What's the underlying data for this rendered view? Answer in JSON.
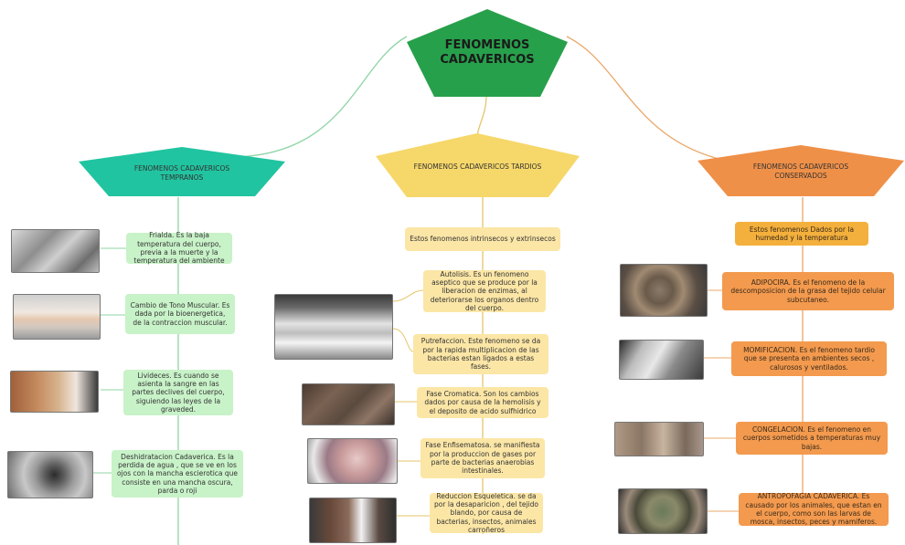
{
  "root": {
    "label": "FENOMENOS\nCADAVERICOS",
    "color": "#27a04b"
  },
  "branches": [
    {
      "title": "FENOMENOS CADAVERICOS\nTEMPRANOS",
      "color": "#21c4a0",
      "items": [
        {
          "text": "Frialda. Es la baja temperatura del cuerpo, previa a la muerte y la temperatura del ambiente",
          "photo": "cold-body-photo"
        },
        {
          "text": "Cambio de Tono Muscular. Es dada por la bioenergetica, de la contraccion muscular.",
          "photo": "muscle-tone-photo"
        },
        {
          "text": "Livideces. Es cuando se asienta la sangre en las partes declives del cuerpo, siguiendo las leyes de la graveded.",
          "photo": "lividity-photo"
        },
        {
          "text": "Deshidratacion Cadaverica. Es la perdida de agua , que se ve en los ojos con la mancha escierotica que consiste en una mancha oscura, parda o roji",
          "photo": "dehydration-eye-photo"
        }
      ]
    },
    {
      "title": "FENOMENOS CADAVERICOS TARDIOS",
      "color": "#f6d76a",
      "items": [
        {
          "text": "Estos fenomenos intrinsecos y extrinsecos"
        },
        {
          "text": "Autolisis. Es un fenomeno aseptico que se produce por la liberacion de enzimas, al deteriorarse los organos dentro del cuerpo.",
          "photo": "autolysis-photo"
        },
        {
          "text": "Putrefaccion. Este fenomeno se da por la rapida multiplicacion de las bacterias estan ligados a estas fases."
        },
        {
          "text": "Fase Cromatica. Son los cambios dados por causa de la hemolisis y el deposito de acido sulfhidrico",
          "photo": "chromatic-phase-photo"
        },
        {
          "text": "Fase Enfisematosa. se manifiesta por la produccion de gases por parte de bacterias anaerobias intestinales.",
          "photo": "emphysematous-phase-photo"
        },
        {
          "text": "Reduccion Esqueletica. se da por la desaparicion , del tejido blando, por causa de bacterias, insectos, animales carroñeros",
          "photo": "skeletal-reduction-photo"
        }
      ]
    },
    {
      "title": "FENOMENOS CADAVERICOS\nCONSERVADOS",
      "color": "#ef9048",
      "items": [
        {
          "text": "Estos fenomenos Dados por la humedad y la temperatura"
        },
        {
          "text": "ADIPOCIRA. Es el fenomeno de la descomposicion de la grasa del tejido celular subcutaneo.",
          "photo": "adipocere-photo"
        },
        {
          "text": "MOMIFICACION. Es el fenomeno tardio que se presenta en ambientes secos , calurosos y ventilados.",
          "photo": "mummification-photo"
        },
        {
          "text": "CONGELACION. Es el fenomeno en cuerpos sometidos a temperaturas muy bajas.",
          "photo": "freezing-photo"
        },
        {
          "text": "ANTROPOFAGIA CADAVERICA. Es causado por los animales, que estan en el cuerpo, como son las larvas de mosca, insectos, peces y mamiferos.",
          "photo": "cadaveric-anthropophagy-photo"
        }
      ]
    }
  ],
  "colors": {
    "line_green": "#8fd4a5",
    "line_gold": "#e6c56a",
    "line_orange": "#e9a86a",
    "node_green": "#c8f2c8",
    "node_yellow": "#fbe6a6",
    "node_orange": "#f39a4e"
  }
}
